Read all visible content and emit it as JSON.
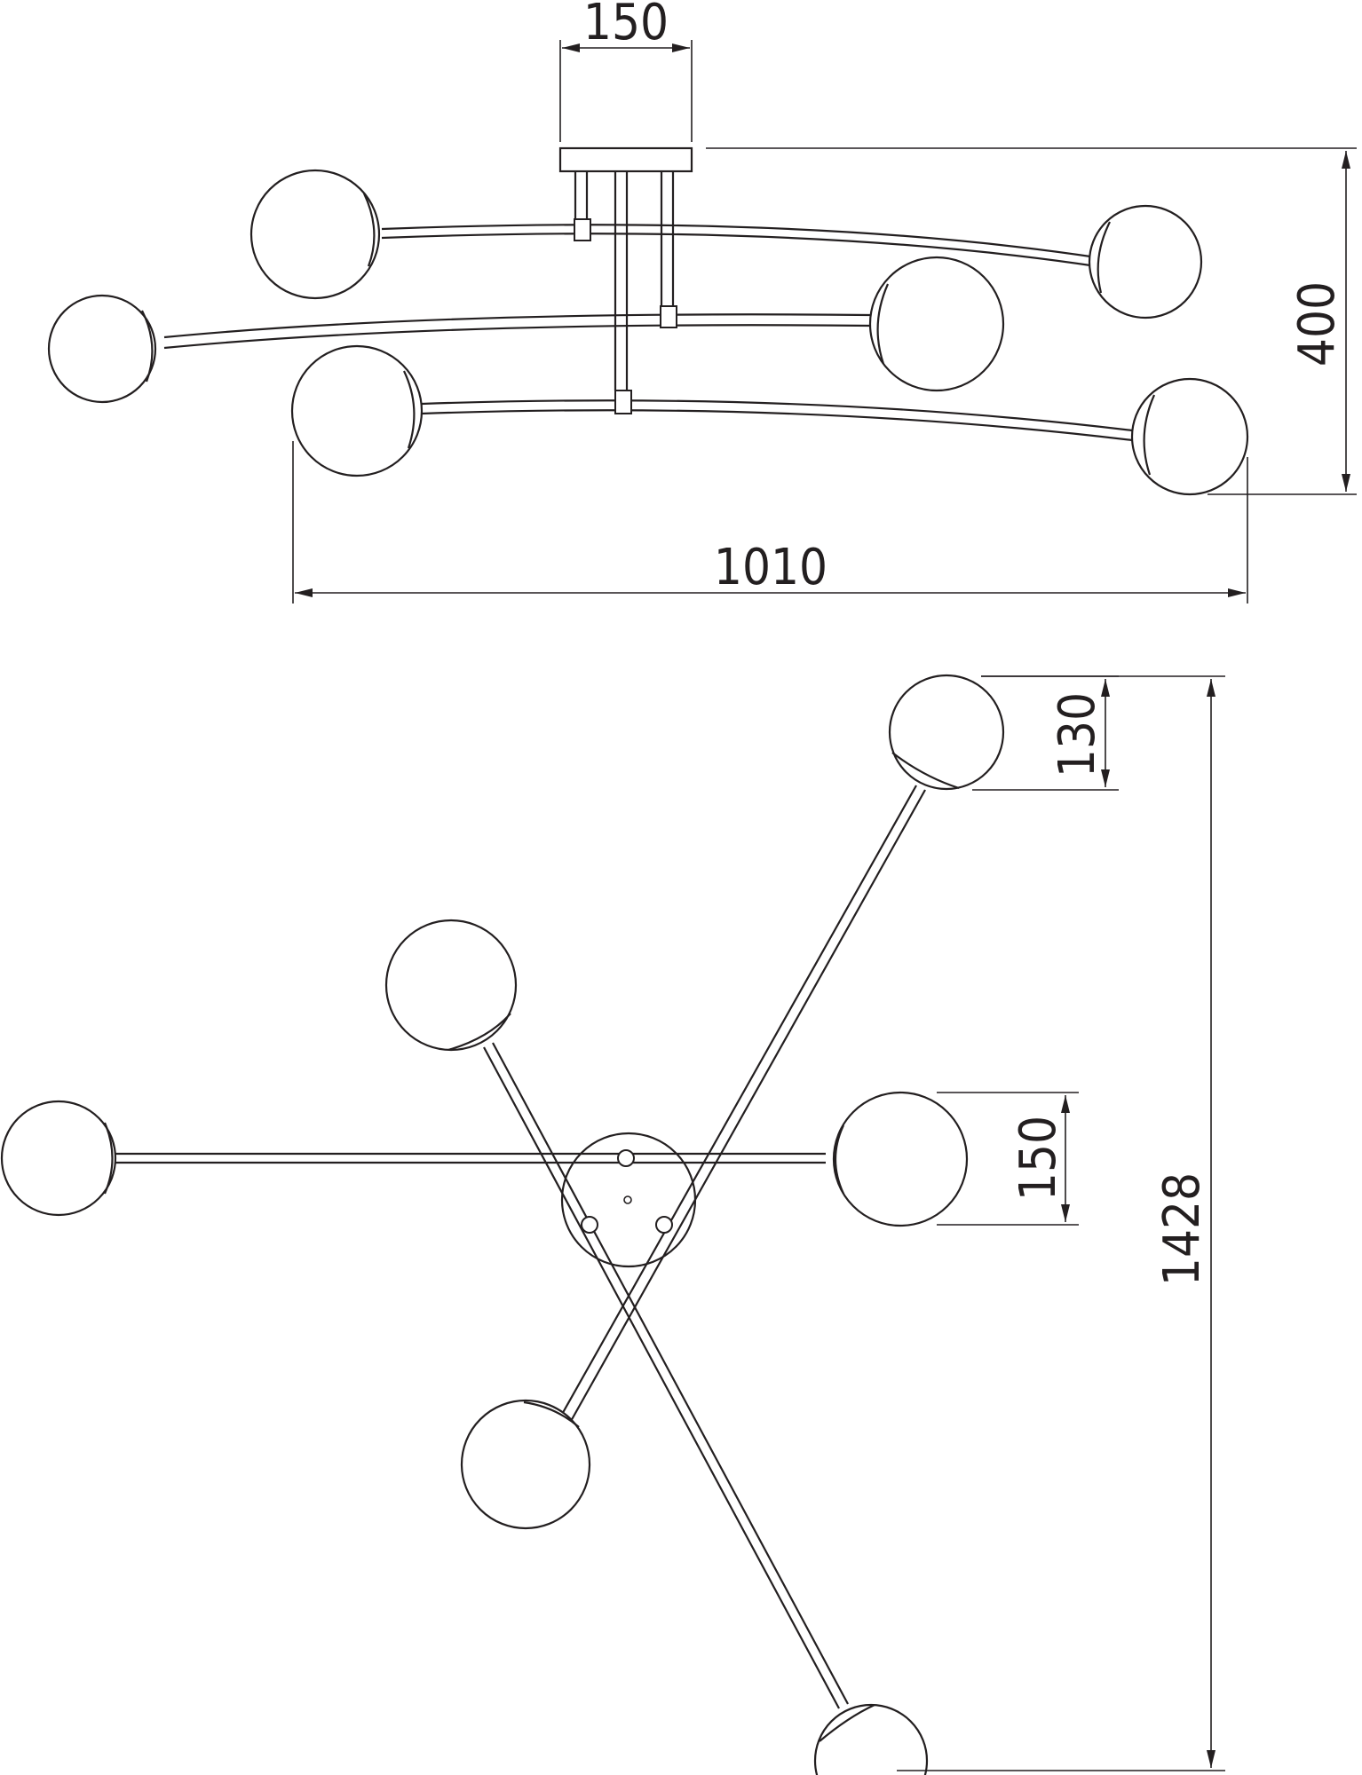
{
  "dimensions": {
    "side_mount_width": "150",
    "side_height": "400",
    "side_width": "1010",
    "top_globe_diameter": "130",
    "top_mount_diameter": "150",
    "top_overall": "1428"
  },
  "colors": {
    "line": "#231f20",
    "background": "#ffffff"
  }
}
